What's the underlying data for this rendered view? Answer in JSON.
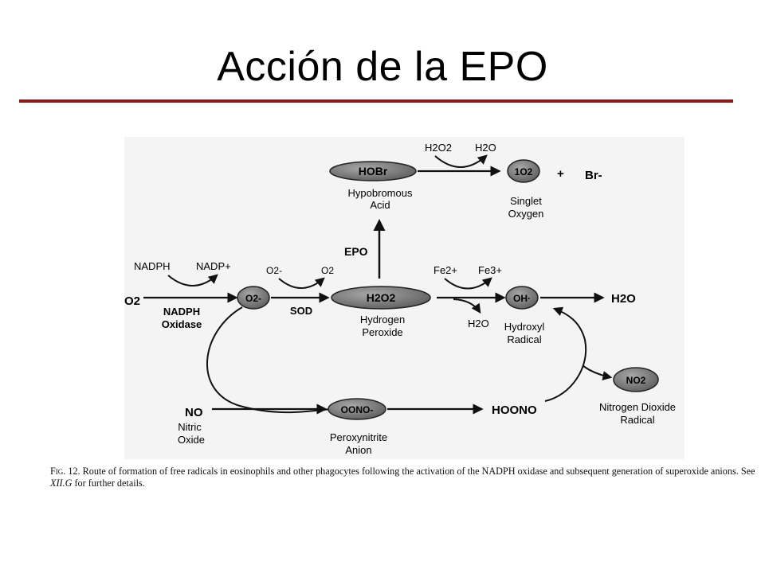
{
  "slide": {
    "title": "Acción de la EPO"
  },
  "diagram": {
    "h2o2_top": "H2O2",
    "h2o_top": "H2O",
    "hobr": "HOBr",
    "hobr_name_1": "Hypobromous",
    "hobr_name_2": "Acid",
    "singlet_o2": "1O2",
    "plus": "+",
    "br": "Br-",
    "singlet_name_1": "Singlet",
    "singlet_name_2": "Oxygen",
    "epo": "EPO",
    "nadph": "NADPH",
    "nadp": "NADP+",
    "o2_left": "O2",
    "enzyme_1": "NADPH",
    "enzyme_2": "Oxidase",
    "superoxide": "O2-",
    "o2_small_1": "O2-",
    "o2_small_2": "O2",
    "sod": "SOD",
    "h2o2": "H2O2",
    "h2o2_name_1": "Hydrogen",
    "h2o2_name_2": "Peroxide",
    "fe2": "Fe2+",
    "fe3": "Fe3+",
    "h2o_bottom": "H2O",
    "oh": "OH·",
    "oh_name_1": "Hydroxyl",
    "oh_name_2": "Radical",
    "h2o_right": "H2O",
    "no": "NO",
    "no_name_1": "Nitric",
    "no_name_2": "Oxide",
    "oono": "OONO-",
    "oono_name_1": "Peroxynitrite",
    "oono_name_2": "Anion",
    "hoono": "HOONO",
    "no2": "NO2",
    "no2_name_1": "Nitrogen Dioxide",
    "no2_name_2": "Radical"
  },
  "caption": {
    "fig_label": "Fig. 12.",
    "text_1": " Route of formation of free radicals in eosinophils and other phagocytes following the activation of the NADPH oxidase and subsequent generation of superoxide anions. See ",
    "ref": "XII.G",
    "text_2": " for further details."
  },
  "colors": {
    "rule": "#8b1a1a",
    "panel": "#f4f4f4",
    "node": "#7f7f7f",
    "ink": "#111111"
  }
}
